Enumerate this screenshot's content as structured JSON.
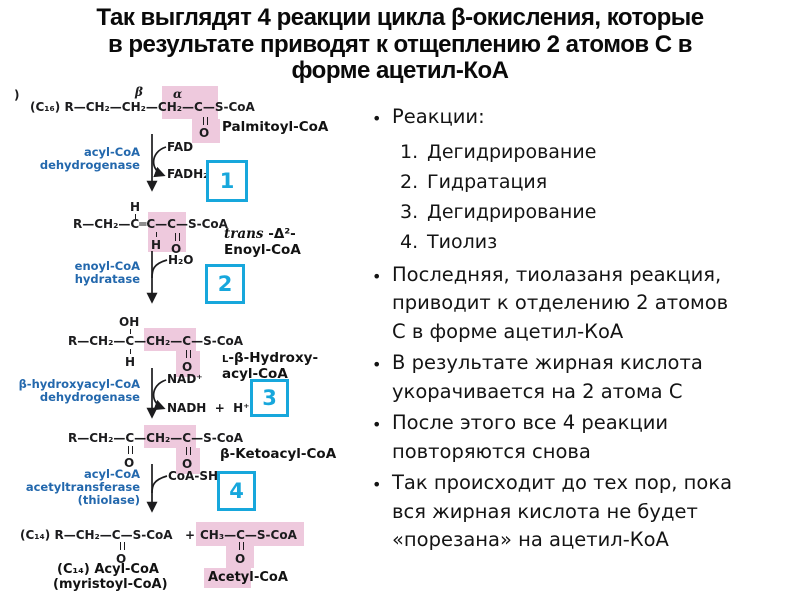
{
  "colors": {
    "step_box_cyan": "#17a7dc",
    "enzyme_blue": "#2368ad",
    "highlight_pink": "#eec9dd",
    "text_black": "#0a0a0a"
  },
  "title": {
    "text": "Так выглядят 4 реакции цикла β-окисления, которые\nв результате приводят к отщеплению 2 атомов С в\nформе ацетил-КоА"
  },
  "right_panel": {
    "bullet": "•",
    "reactions_header": "Реакции:",
    "reactions": [
      {
        "n": "1.",
        "text": "Дегидрирование"
      },
      {
        "n": "2.",
        "text": "Гидратация"
      },
      {
        "n": "3.",
        "text": "Дегидрирование"
      },
      {
        "n": "4.",
        "text": "Тиолиз"
      }
    ],
    "bullets": [
      {
        "text": "Последняя, тиолазаня реакция,\nприводит к отделению 2 атомов\nС в форме ацетил-КоА"
      },
      {
        "text": "В результате жирная кислота\nукорачивается на 2 атома С"
      },
      {
        "text": "После этого все 4 реакции\nповторяются снова"
      },
      {
        "text": "Так происходит до тех пор, пока\nвся жирная кислота не будет\n«порезана» на ацетил-КоА"
      }
    ]
  },
  "diagram": {
    "corner": ")",
    "s1": {
      "formula": "(C₁₆) R—CH₂—CH₂—CH₂—C—S-CoA",
      "beta": "β",
      "alpha": "α",
      "o": "O",
      "name": "Palmitoyl-CoA"
    },
    "r1": {
      "e1": "acyl-CoA",
      "e2": "dehydrogenase",
      "cof_in": "FAD",
      "cof_out": "FADH₂",
      "num": "1"
    },
    "s2": {
      "h_top": "H",
      "formula": "R—CH₂—C═C—C—S-CoA",
      "h_bot": "H",
      "o": "O",
      "name_it": "trans",
      "name_sup": " -Δ²-",
      "name2": "Enoyl-CoA"
    },
    "r2": {
      "e1": "enoyl-CoA",
      "e2": "hydratase",
      "cof_in": "H₂O",
      "num": "2"
    },
    "s3": {
      "oh": "OH",
      "formula": "R—CH₂—C—CH₂—C—S-CoA",
      "h_bot": "H",
      "o": "O",
      "name_sc": "L",
      "name1": "-β-Hydroxy-",
      "name2": "acyl-CoA"
    },
    "r3": {
      "e1": "β-hydroxyacyl-CoA",
      "e2": "dehydrogenase",
      "cof_in": "NAD⁺",
      "cof_out": "NADH  +  H⁺",
      "num": "3"
    },
    "s4": {
      "o_keto": "O",
      "formula": "R—CH₂—C—CH₂—C—S-CoA",
      "o": "O",
      "name": "β-Ketoacyl-CoA"
    },
    "r4": {
      "e1": "acyl-CoA",
      "e2": "acetyltransferase",
      "e3": "(thiolase)",
      "cof_in": "CoA-SH",
      "num": "4"
    },
    "s5": {
      "formula_left": "(C₁₄) R—CH₂—C—S-CoA",
      "plus": "+",
      "formula_right": "CH₃—C—S-CoA",
      "o_left": "O",
      "o_right": "O",
      "product1a": "(C₁₄) Acyl-CoA",
      "product1b": "(myristoyl-CoA)",
      "acetyl": "Acetyl",
      "acetyl_coa": "-CoA"
    }
  }
}
